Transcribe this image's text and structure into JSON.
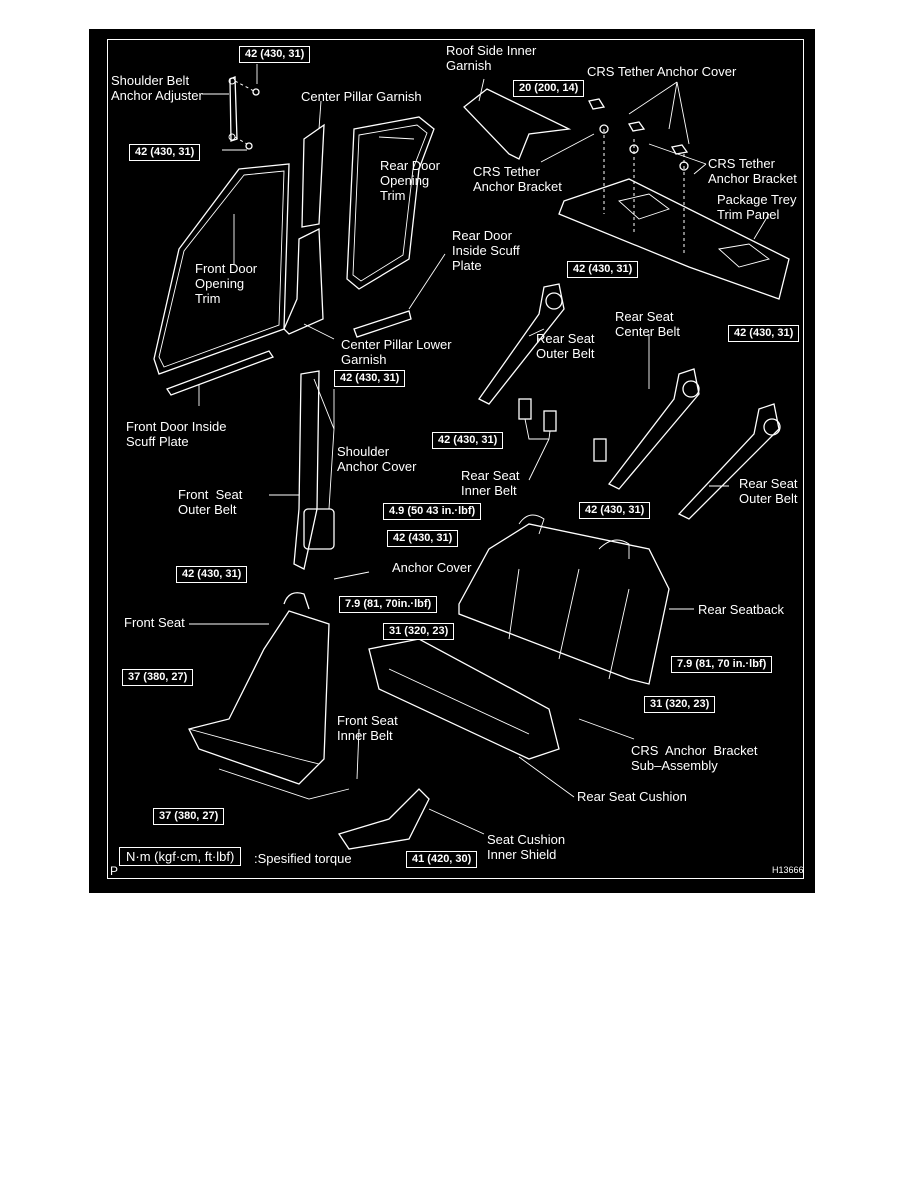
{
  "diagram": {
    "figure_code": "H13666",
    "page_marker": "P",
    "legend": {
      "unit_box": "N·m (kgf·cm, ft·lbf)",
      "unit_meaning": ":Spesified torque"
    },
    "parts": [
      {
        "id": "shoulder-belt-anchor-adjuster",
        "label": "Shoulder Belt\nAnchor Adjuster"
      },
      {
        "id": "center-pillar-garnish",
        "label": "Center Pillar Garnish"
      },
      {
        "id": "roof-side-inner-garnish",
        "label": "Roof Side Inner\nGarnish"
      },
      {
        "id": "crs-tether-anchor-cover",
        "label": "CRS Tether Anchor Cover"
      },
      {
        "id": "crs-tether-anchor-bracket-left",
        "label": "CRS Tether\nAnchor Bracket"
      },
      {
        "id": "crs-tether-anchor-bracket-right",
        "label": "CRS Tether\nAnchor Bracket"
      },
      {
        "id": "package-trey-trim-panel",
        "label": "Package Trey\nTrim Panel"
      },
      {
        "id": "rear-door-opening-trim",
        "label": "Rear Door\nOpening\nTrim"
      },
      {
        "id": "front-door-opening-trim",
        "label": "Front Door\nOpening\nTrim"
      },
      {
        "id": "rear-door-inside-scuff-plate",
        "label": "Rear Door\nInside Scuff\nPlate"
      },
      {
        "id": "center-pillar-lower-garnish",
        "label": "Center Pillar Lower\nGarnish"
      },
      {
        "id": "rear-seat-outer-belt-left",
        "label": "Rear Seat\nOuter Belt"
      },
      {
        "id": "rear-seat-center-belt",
        "label": "Rear Seat\nCenter Belt"
      },
      {
        "id": "front-door-inside-scuff-plate",
        "label": "Front Door Inside\nScuff Plate"
      },
      {
        "id": "shoulder-anchor-cover",
        "label": "Shoulder\nAnchor Cover"
      },
      {
        "id": "rear-seat-inner-belt",
        "label": "Rear Seat\nInner Belt"
      },
      {
        "id": "front-seat-outer-belt",
        "label": "Front  Seat\nOuter Belt"
      },
      {
        "id": "rear-seat-outer-belt-right",
        "label": "Rear Seat\nOuter Belt"
      },
      {
        "id": "anchor-cover",
        "label": "Anchor Cover"
      },
      {
        "id": "rear-seatback",
        "label": "Rear Seatback"
      },
      {
        "id": "front-seat",
        "label": "Front Seat"
      },
      {
        "id": "front-seat-inner-belt",
        "label": "Front Seat\nInner Belt"
      },
      {
        "id": "crs-anchor-bracket-sub-assembly",
        "label": "CRS  Anchor  Bracket\nSub–Assembly"
      },
      {
        "id": "rear-seat-cushion",
        "label": "Rear Seat Cushion"
      },
      {
        "id": "seat-cushion-inner-shield",
        "label": "Seat Cushion\nInner Shield"
      }
    ],
    "torques": [
      "42 (430, 31)",
      "42 (430, 31)",
      "20 (200, 14)",
      "42 (430, 31)",
      "42 (430, 31)",
      "42 (430, 31)",
      "42 (430, 31)",
      "42 (430, 31)",
      "4.9 (50 43 in.·lbf)",
      "42 (430, 31)",
      "42 (430, 31)",
      "7.9 (81, 70in.·lbf)",
      "31 (320, 23)",
      "37 (380, 27)",
      "7.9 (81, 70 in.·lbf)",
      "31 (320, 23)",
      "37 (380, 27)",
      "41 (420, 30)"
    ]
  }
}
